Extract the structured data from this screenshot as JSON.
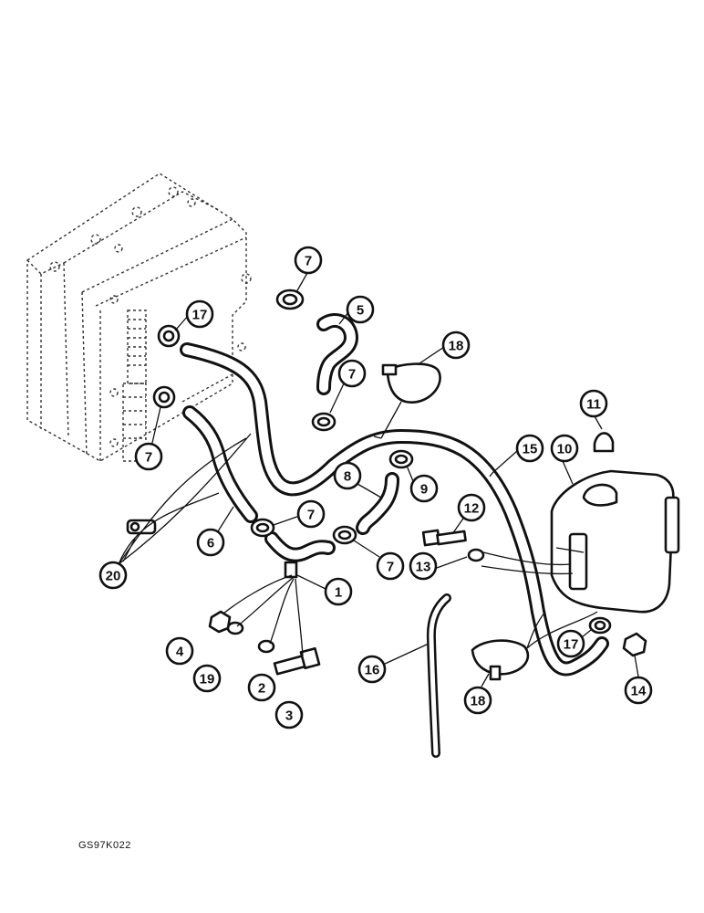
{
  "figure_code": "GS97K022",
  "callouts": [
    "1",
    "2",
    "3",
    "4",
    "5",
    "6",
    "7",
    "8",
    "9",
    "10",
    "11",
    "12",
    "13",
    "14",
    "15",
    "16",
    "17",
    "18",
    "19",
    "20"
  ],
  "labels": {
    "c7a": "7",
    "c5": "5",
    "c17a": "17",
    "c18a": "18",
    "c7b": "7",
    "c7c": "7",
    "c11": "11",
    "c15": "15",
    "c10": "10",
    "c8": "8",
    "c9": "9",
    "c7d": "7",
    "c12": "12",
    "c6": "6",
    "c7e": "7",
    "c20": "20",
    "c13": "13",
    "c1": "1",
    "c4": "4",
    "c19": "19",
    "c2": "2",
    "c3": "3",
    "c16": "16",
    "c17b": "17",
    "c14": "14",
    "c18b": "18"
  }
}
